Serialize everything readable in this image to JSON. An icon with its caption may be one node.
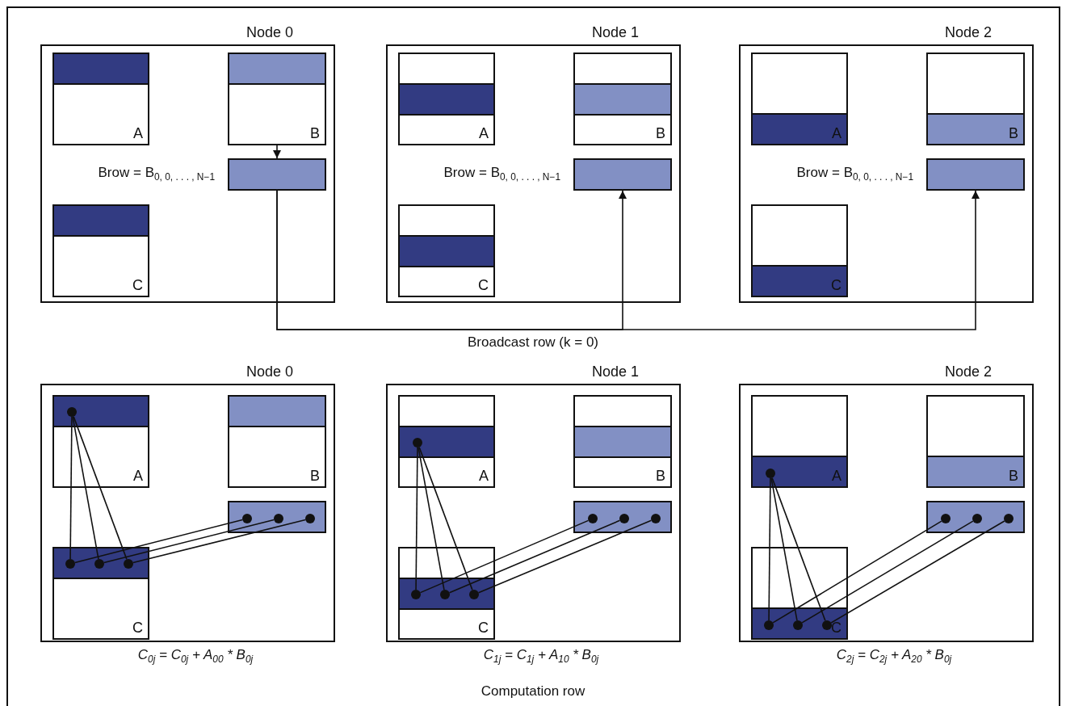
{
  "diagram": {
    "nodes": [
      {
        "text": [
          "Node 0"
        ]
      },
      {
        "text": [
          "A"
        ],
        "in": 0
      },
      {
        "text": [
          "B"
        ],
        "in": 0
      },
      {
        "text": [],
        "shape": "box",
        "in": 0,
        "beside": [
          "Brow = B$_{0, 0, . . . , N−1}$"
        ]
      },
      {
        "text": [
          "C"
        ],
        "in": 0
      },
      {
        "text": [
          "Node 1"
        ]
      },
      {
        "text": [
          "A"
        ],
        "in": 5
      },
      {
        "text": [
          "B"
        ],
        "in": 5
      },
      {
        "text": [],
        "shape": "box",
        "in": 5,
        "beside": [
          "Brow = B$_{0, 0, . . . , N−1}$"
        ]
      },
      {
        "text": [
          "C"
        ],
        "in": 5
      },
      {
        "text": [
          "Node 2"
        ]
      },
      {
        "text": [
          "A"
        ],
        "in": 10
      },
      {
        "text": [
          "B"
        ],
        "in": 10
      },
      {
        "text": [],
        "shape": "box",
        "in": 10,
        "beside": [
          "Brow = B$_{0, 0, . . . , N−1}$"
        ]
      },
      {
        "text": [
          "C"
        ],
        "in": 10
      },
      {
        "text": [
          "Node 0"
        ],
        "beside": [
          "C$_{0j}$ = C$_{0j}$ + A$_{00}$ * B$_{0j}$"
        ]
      },
      {
        "text": [
          "A"
        ],
        "in": 15
      },
      {
        "text": [],
        "shape": "circle",
        "in": 16
      },
      {
        "text": [
          "B"
        ],
        "in": 15
      },
      {
        "text": [],
        "shape": "box",
        "in": 15
      },
      {
        "text": [],
        "shape": "circle",
        "in": 19
      },
      {
        "text": [],
        "shape": "circle",
        "in": 19
      },
      {
        "text": [],
        "shape": "circle",
        "in": 19
      },
      {
        "text": [
          "C"
        ],
        "in": 15
      },
      {
        "text": [],
        "shape": "circle",
        "in": 23
      },
      {
        "text": [],
        "shape": "circle",
        "in": 23
      },
      {
        "text": [],
        "shape": "circle",
        "in": 23
      },
      {
        "text": [
          "Node 1"
        ],
        "beside": [
          "C$_{1j}$ = C$_{1j}$ + A$_{10}$ * B$_{0j}$"
        ]
      },
      {
        "text": [
          "A"
        ],
        "in": 27
      },
      {
        "text": [],
        "shape": "circle",
        "in": 28
      },
      {
        "text": [
          "B"
        ],
        "in": 27
      },
      {
        "text": [],
        "shape": "box",
        "in": 27
      },
      {
        "text": [],
        "shape": "circle",
        "in": 31
      },
      {
        "text": [],
        "shape": "circle",
        "in": 31
      },
      {
        "text": [],
        "shape": "circle",
        "in": 31
      },
      {
        "text": [
          "C"
        ],
        "in": 27
      },
      {
        "text": [],
        "shape": "circle",
        "in": 35
      },
      {
        "text": [],
        "shape": "circle",
        "in": 35
      },
      {
        "text": [],
        "shape": "circle",
        "in": 35
      },
      {
        "text": [
          "Node 2"
        ],
        "beside": [
          "C$_{2j}$ = C$_{2j}$ + A$_{20}$ * B$_{0j}$"
        ]
      },
      {
        "text": [
          "A"
        ],
        "in": 39
      },
      {
        "text": [],
        "shape": "circle",
        "in": 40
      },
      {
        "text": [
          "B"
        ],
        "in": 39
      },
      {
        "text": [],
        "shape": "box",
        "in": 39
      },
      {
        "text": [],
        "shape": "circle",
        "in": 43
      },
      {
        "text": [],
        "shape": "circle",
        "in": 43
      },
      {
        "text": [],
        "shape": "circle",
        "in": 43
      },
      {
        "text": [
          "C"
        ],
        "in": 39
      },
      {
        "text": [],
        "shape": "circle",
        "in": 47
      },
      {
        "text": [],
        "shape": "circle",
        "in": 47
      },
      {
        "text": [],
        "shape": "circle",
        "in": 47
      }
    ],
    "edges": [
      {
        "from": 2,
        "to": 3,
        "arrow": "to"
      },
      {
        "from": 3,
        "to": 8,
        "arrow": "to"
      },
      {
        "from": 3,
        "to": 13,
        "arrow": "to"
      },
      {
        "from": 17,
        "to": 24,
        "arrow": "none"
      },
      {
        "from": 17,
        "to": 25,
        "arrow": "none"
      },
      {
        "from": 17,
        "to": 26,
        "arrow": "none"
      },
      {
        "from": 20,
        "to": 24,
        "arrow": "none"
      },
      {
        "from": 21,
        "to": 25,
        "arrow": "none"
      },
      {
        "from": 22,
        "to": 26,
        "arrow": "none"
      },
      {
        "from": 29,
        "to": 36,
        "arrow": "none"
      },
      {
        "from": 29,
        "to": 37,
        "arrow": "none"
      },
      {
        "from": 29,
        "to": 38,
        "arrow": "none"
      },
      {
        "from": 32,
        "to": 36,
        "arrow": "none"
      },
      {
        "from": 33,
        "to": 37,
        "arrow": "none"
      },
      {
        "from": 34,
        "to": 38,
        "arrow": "none"
      },
      {
        "from": 41,
        "to": 48,
        "arrow": "none"
      },
      {
        "from": 41,
        "to": 49,
        "arrow": "none"
      },
      {
        "from": 41,
        "to": 50,
        "arrow": "none"
      },
      {
        "from": 44,
        "to": 48,
        "arrow": "none"
      },
      {
        "from": 45,
        "to": 49,
        "arrow": "none"
      },
      {
        "from": 46,
        "to": 50,
        "arrow": "none"
      }
    ],
    "labels": [
      "Broadcast row (k = 0)",
      "Computation row"
    ]
  }
}
